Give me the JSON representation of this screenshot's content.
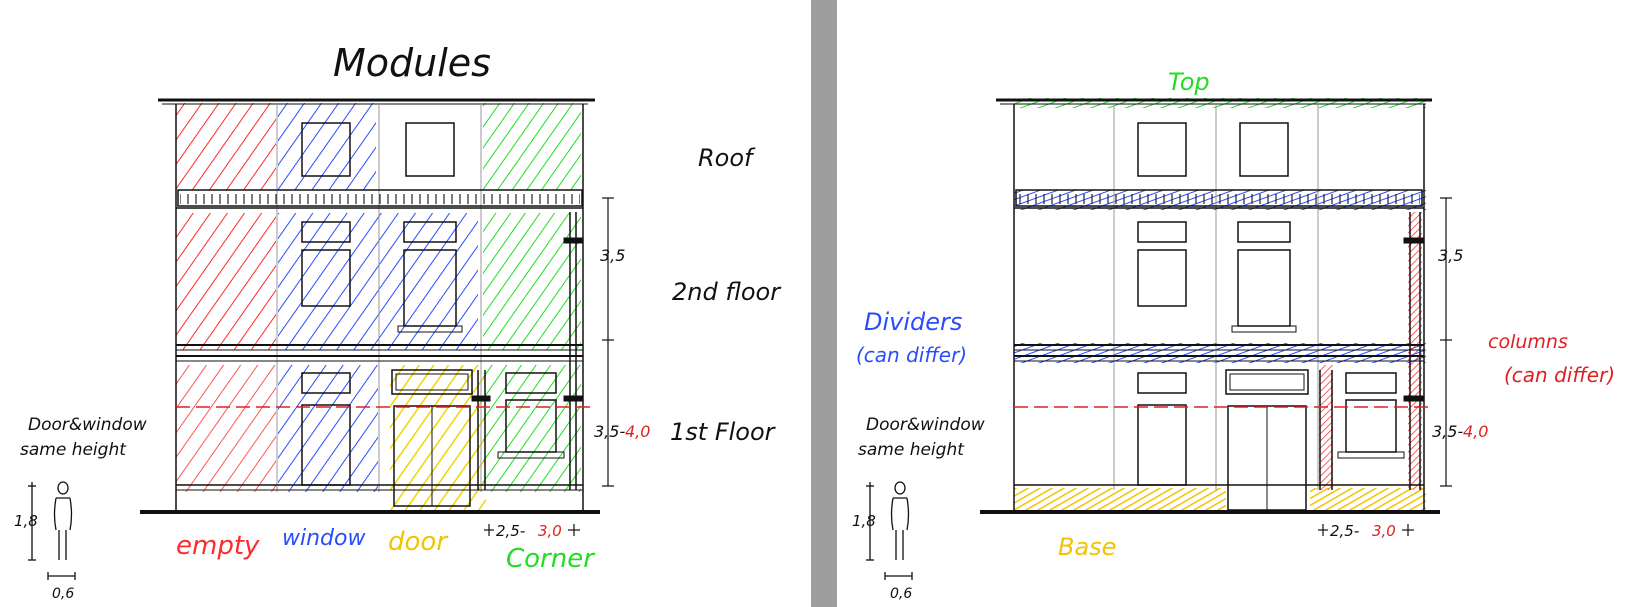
{
  "left": {
    "title": "Modules",
    "floors": {
      "roof": "Roof",
      "second": "2nd floor",
      "first": "1st Floor"
    },
    "dimensions": {
      "upper": "3,5",
      "lower_a": "3,5-",
      "lower_b": "4,0",
      "width_a": "2,5-",
      "width_b": "3,0",
      "person_h": "1,8",
      "person_w": "0,6"
    },
    "note_line1": "Door&window",
    "note_line2": "same height",
    "modules": {
      "empty": "empty",
      "window": "window",
      "door": "door",
      "corner": "Corner"
    }
  },
  "right": {
    "labels": {
      "top": "Top",
      "dividers_1": "Dividers",
      "dividers_2": "(can differ)",
      "columns_1": "columns",
      "columns_2": "(can differ)",
      "base": "Base"
    },
    "dimensions": {
      "upper": "3,5",
      "lower_a": "3,5-",
      "lower_b": "4,0",
      "width_a": "2,5-",
      "width_b": "3,0",
      "person_h": "1,8",
      "person_w": "0,6"
    },
    "note_line1": "Door&window",
    "note_line2": "same height"
  },
  "colors": {
    "empty": "#ff2a2a",
    "window": "#2a4cff",
    "door": "#f2d400",
    "corner": "#22dd22",
    "dim_red": "#e02020",
    "divider": "#9a9a9a",
    "ink": "#111111"
  }
}
